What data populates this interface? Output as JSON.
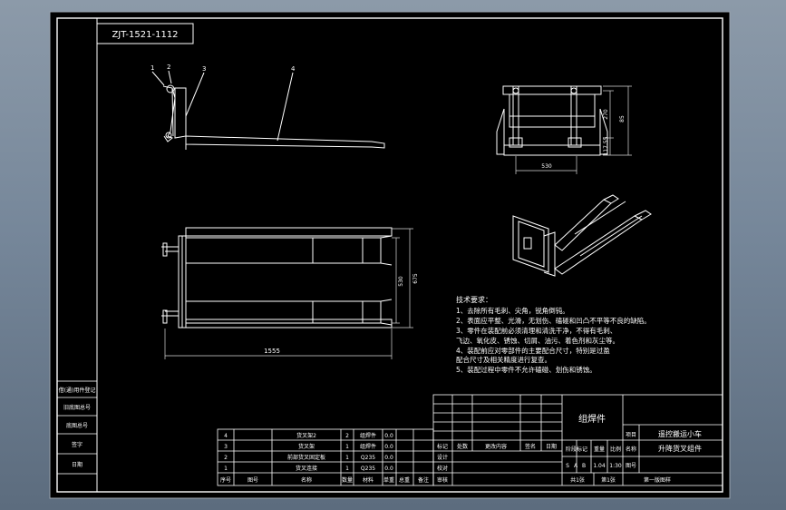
{
  "drawing": {
    "code_stamp": "ZJT-1521-1112",
    "part_numbers": [
      "1",
      "2",
      "3",
      "4"
    ],
    "dim_width": "530",
    "dim_height": "675",
    "dim_length": "1555",
    "dim_side_1": "270",
    "dim_side_2": "85",
    "dim_side_3": "117.55",
    "dim_front_width": "530",
    "tech_title": "技术要求：",
    "tech_lines": [
      "1、去除所有毛刺、尖角，锐角倒钝。",
      "2、表面应平整、光滑，无划伤、磕碰和凹凸不平等不良的缺陷。",
      "3、零件在装配前必须清理和清洗干净，不得有毛刺、",
      "飞边、氧化皮、锈蚀、切屑、油污、着色剂和灰尘等。",
      "4、装配前应对零部件的主要配合尺寸，特别是过盈",
      "配合尺寸及相关精度进行复查。",
      "5、装配过程中零件不允许磕碰、划伤和锈蚀。"
    ],
    "side_labels": [
      "借(通)用件登记",
      "旧底图总号",
      "底图总号",
      "签字",
      "日期"
    ]
  },
  "bom": {
    "rows": [
      {
        "seq": "4",
        "code": "",
        "name": "货叉架2",
        "qty": "2",
        "material": "组焊件",
        "weight": "0.0"
      },
      {
        "seq": "3",
        "code": "",
        "name": "货叉架",
        "qty": "1",
        "material": "组焊件",
        "weight": "0.0"
      },
      {
        "seq": "2",
        "code": "",
        "name": "前部货叉固定板",
        "qty": "1",
        "material": "Q235",
        "weight": "0.0"
      },
      {
        "seq": "1",
        "code": "",
        "name": "货叉连接",
        "qty": "1",
        "material": "Q235",
        "weight": "0.0"
      }
    ],
    "header": {
      "seq": "序号",
      "code": "图号",
      "name": "名称",
      "qty": "数量",
      "material": "材料",
      "weight": "单重",
      "total": "总重",
      "remark": "备注"
    }
  },
  "title_block": {
    "center_title": "组焊件",
    "product": "遥控搬运小车",
    "part_name": "升降货叉组件",
    "rev_headers": [
      "标记",
      "处数",
      "更改内容",
      "签名",
      "日期"
    ],
    "role_labels": [
      "设计",
      "校对",
      "审核"
    ],
    "stage_label": "阶段标记",
    "weight_label": "重量",
    "scale_label": "比例",
    "stage_values": [
      "S",
      "A",
      "B"
    ],
    "weight_value": "1.04",
    "scale_value": "1:30",
    "project_label": "项目",
    "name_label": "名称",
    "code_label": "图号",
    "total_sheets": "共1张",
    "sheet_no": "第1张",
    "version": "第一版图样"
  }
}
